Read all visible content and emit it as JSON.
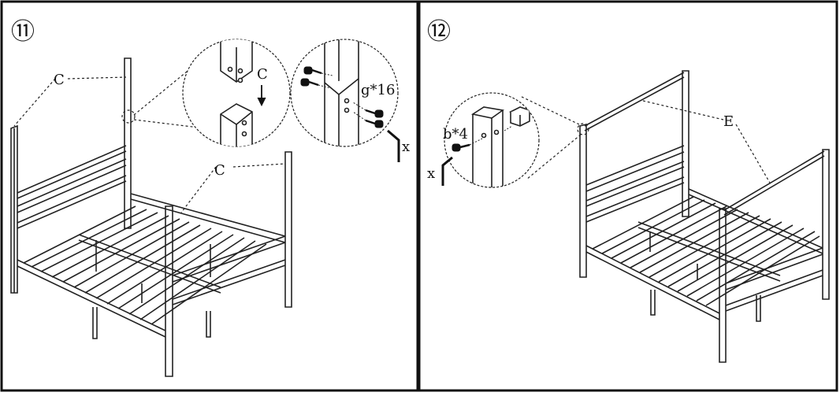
{
  "panels": [
    {
      "step": "⑪",
      "labels": {
        "post_c_left": "C",
        "post_c_right": "C",
        "zoom_c": "C",
        "screw_qty": "g*16",
        "wrench": "x"
      }
    },
    {
      "step": "⑫",
      "labels": {
        "bar_e": "E",
        "bolt_qty": "b*4",
        "wrench": "x"
      }
    }
  ]
}
